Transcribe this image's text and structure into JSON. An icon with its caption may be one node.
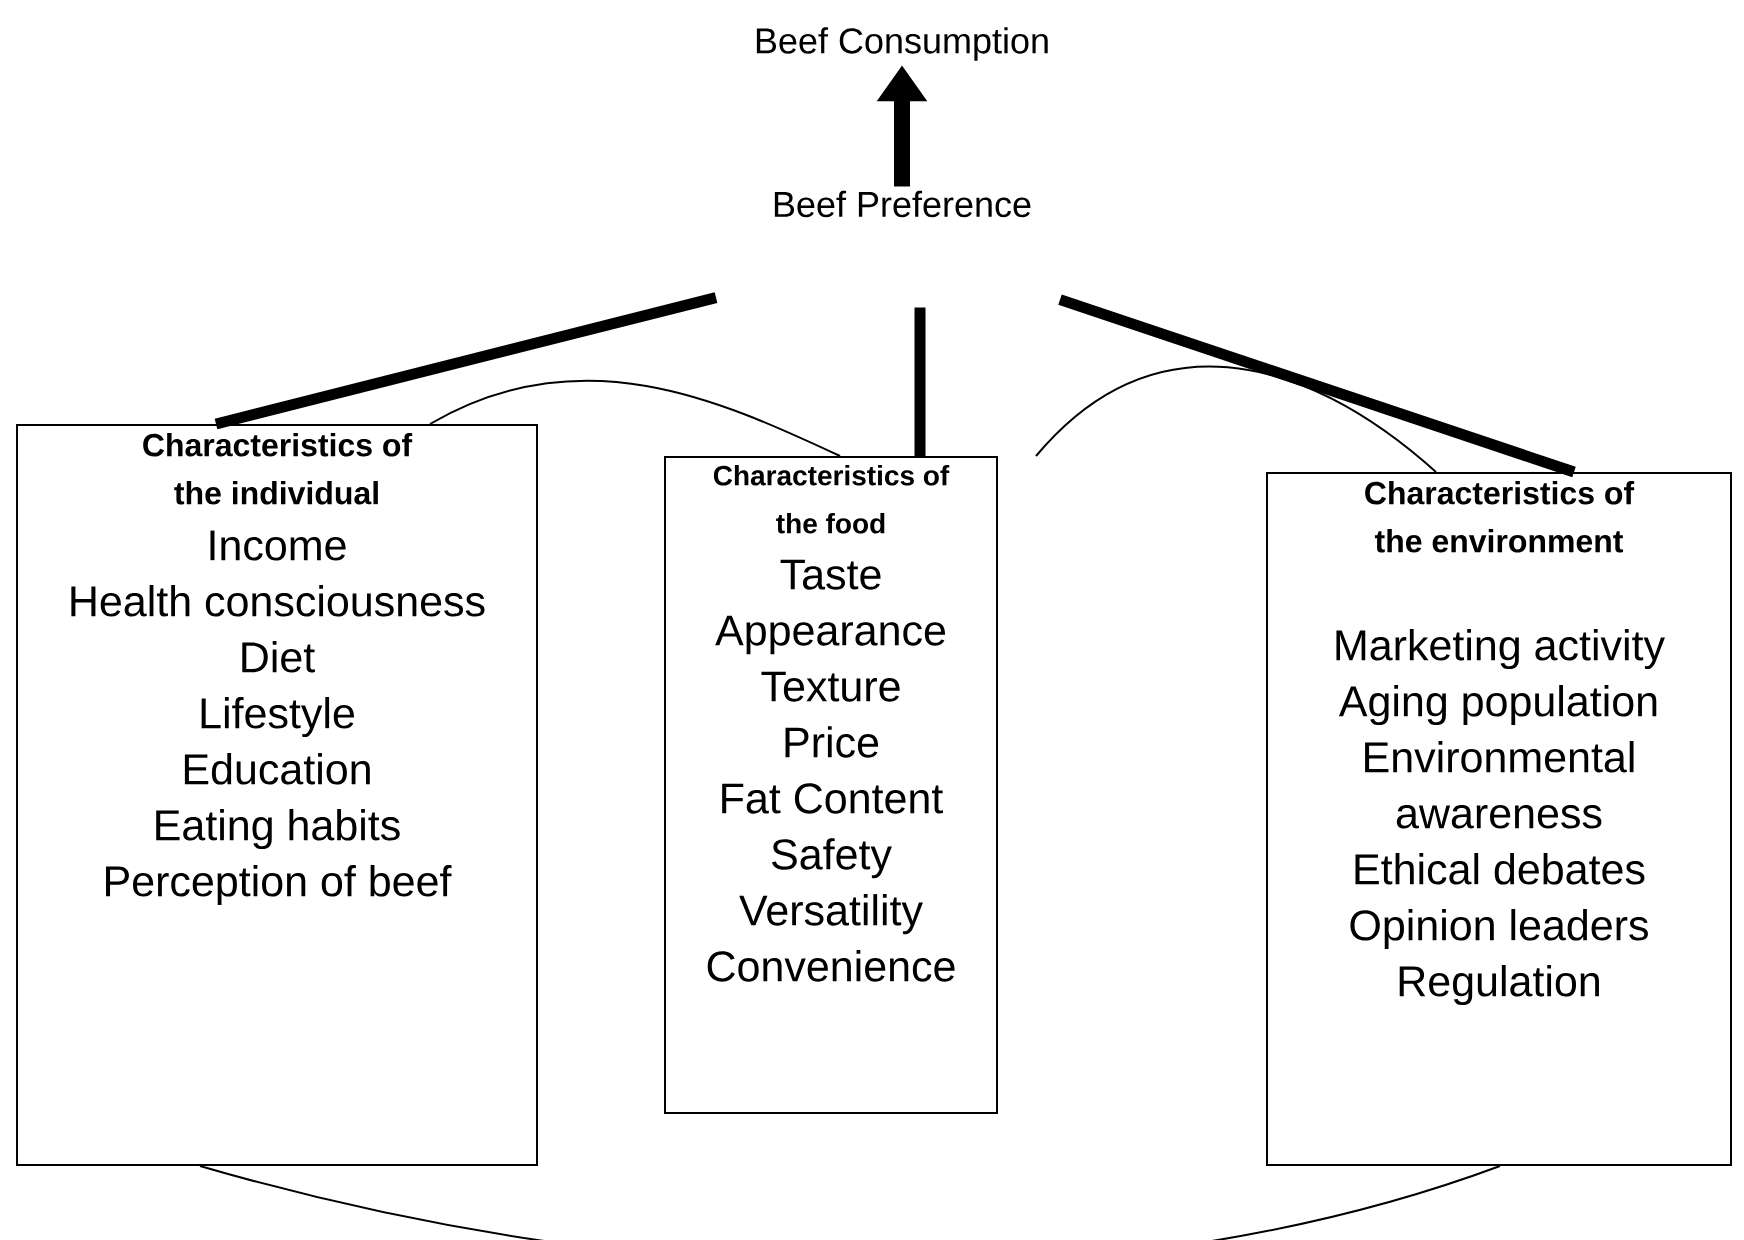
{
  "diagram": {
    "nodes": [
      {
        "text": [
          "Beef Consumption"
        ]
      },
      {
        "text": [
          "Beef Preference"
        ]
      },
      {
        "text": [
          "Characteristics of the individual",
          "Income",
          "Health consciousness",
          "Diet",
          "Lifestyle",
          "Education",
          "Eating habits",
          "Perception of beef"
        ]
      },
      {
        "text": [
          "Characteristics of the food",
          "Taste",
          "Appearance",
          "Texture",
          "Price",
          "Fat Content",
          "Safety",
          "Versatility",
          "Convenience"
        ]
      },
      {
        "text": [
          "Characteristics of the environment",
          "Marketing activity",
          "Aging population",
          "Environmental awareness",
          "Ethical debates",
          "Opinion leaders",
          "Regulation"
        ]
      }
    ],
    "edges": [
      {
        "from": 1,
        "to": 0,
        "arrow": "to"
      },
      {
        "from": 2,
        "to": 1,
        "arrow": "none"
      },
      {
        "from": 3,
        "to": 1,
        "arrow": "none"
      },
      {
        "from": 4,
        "to": 1,
        "arrow": "none"
      },
      {
        "from": 2,
        "to": 3,
        "arrow": "none"
      },
      {
        "from": 3,
        "to": 4,
        "arrow": "none"
      },
      {
        "from": 2,
        "to": 4,
        "arrow": "none"
      }
    ]
  }
}
